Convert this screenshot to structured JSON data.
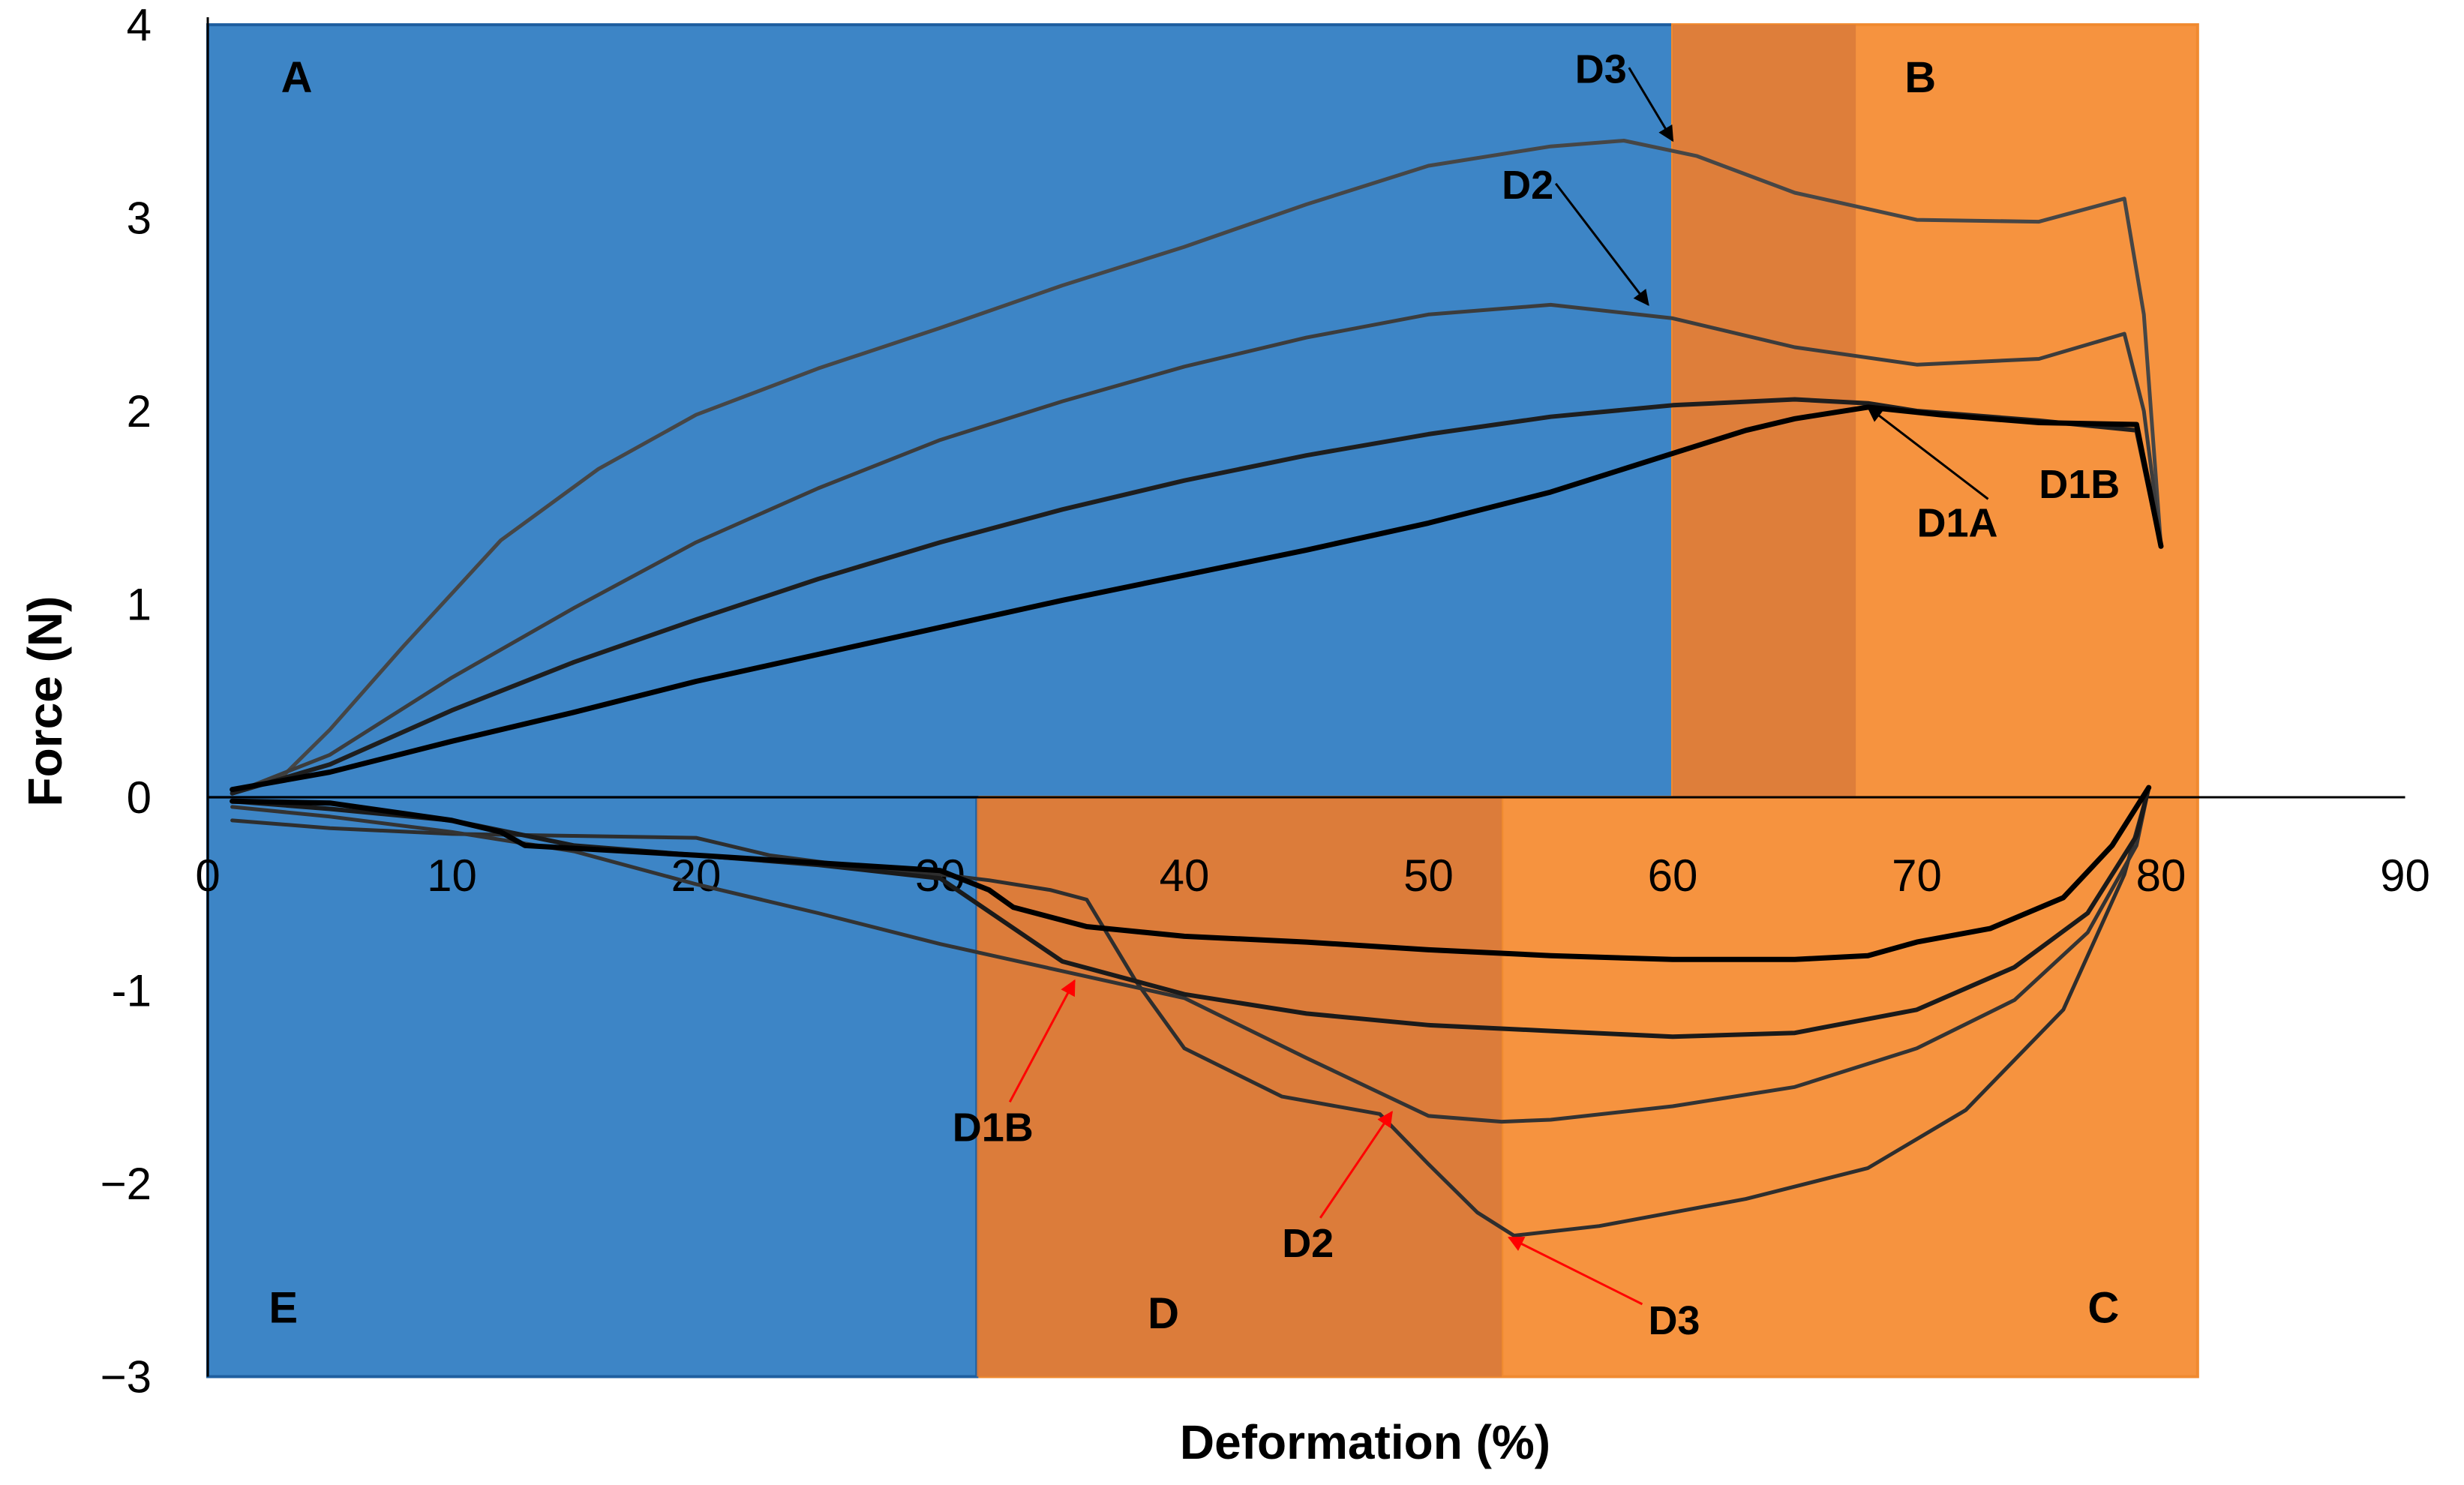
{
  "chart_data": {
    "type": "line",
    "xlabel": "Deformation (%)",
    "ylabel": "Force (N)",
    "xlim": [
      0,
      90
    ],
    "ylim": [
      -3,
      4
    ],
    "x_ticks": [
      "0",
      "10",
      "20",
      "30",
      "40",
      "50",
      "60",
      "70",
      "80",
      "90"
    ],
    "y_ticks": [
      "4",
      "3",
      "2",
      "1",
      "0",
      "-1",
      "−2",
      "−3"
    ],
    "grid": false,
    "colors": {
      "blue_region": "#3d85c6",
      "orange_region": "#f6933f",
      "dark_orange_region": "#d97a3a",
      "black_arrow": "#000000",
      "red_arrow": "#ff0000"
    },
    "regions": [
      {
        "label": "A",
        "x": [
          0,
          60
        ],
        "y": [
          0,
          4
        ],
        "color": "blue"
      },
      {
        "label": "B",
        "x": [
          60,
          81.5
        ],
        "y": [
          0,
          4
        ],
        "color": "orange"
      },
      {
        "label": "C",
        "x": [
          53,
          81.5
        ],
        "y": [
          -3,
          0
        ],
        "color": "orange"
      },
      {
        "label": "D",
        "x": [
          31.5,
          53
        ],
        "y": [
          -3,
          0
        ],
        "color": "orange"
      },
      {
        "label": "E",
        "x": [
          0,
          31.5
        ],
        "y": [
          -3,
          0
        ],
        "color": "blue"
      }
    ],
    "series": [
      {
        "color": "#464646",
        "width": 5,
        "x": [
          1,
          3,
          5,
          8,
          12,
          16,
          20,
          25,
          30,
          35,
          40,
          45,
          50,
          55,
          58,
          61,
          65,
          70,
          75,
          78.5,
          79.3,
          80
        ],
        "values": [
          0.03,
          0.1,
          0.35,
          0.78,
          1.33,
          1.7,
          1.98,
          2.22,
          2.43,
          2.65,
          2.85,
          3.07,
          3.27,
          3.37,
          3.4,
          3.32,
          3.13,
          2.99,
          2.98,
          3.1,
          2.5,
          1.3
        ]
      },
      {
        "color": "#3c3c3c",
        "width": 5,
        "x": [
          1,
          5,
          10,
          15,
          20,
          25,
          30,
          35,
          40,
          45,
          50,
          55,
          60,
          65,
          70,
          75,
          78.5,
          79.3,
          80
        ],
        "values": [
          0.02,
          0.22,
          0.62,
          0.98,
          1.32,
          1.6,
          1.85,
          2.05,
          2.23,
          2.38,
          2.5,
          2.55,
          2.48,
          2.33,
          2.24,
          2.27,
          2.4,
          2.0,
          1.3
        ]
      },
      {
        "color": "#1e1e1e",
        "width": 6,
        "x": [
          1,
          5,
          10,
          15,
          20,
          25,
          30,
          35,
          40,
          45,
          50,
          55,
          60,
          65,
          68,
          70,
          75,
          79,
          80
        ],
        "values": [
          0.02,
          0.17,
          0.45,
          0.7,
          0.92,
          1.13,
          1.32,
          1.49,
          1.64,
          1.77,
          1.88,
          1.97,
          2.03,
          2.06,
          2.04,
          2.0,
          1.95,
          1.9,
          1.3
        ]
      },
      {
        "color": "#000000",
        "width": 7,
        "x": [
          1,
          5,
          10,
          15,
          20,
          25,
          30,
          35,
          40,
          45,
          50,
          55,
          60,
          63,
          65,
          68,
          71,
          75,
          79,
          80
        ],
        "values": [
          0.04,
          0.13,
          0.29,
          0.44,
          0.6,
          0.74,
          0.88,
          1.02,
          1.15,
          1.28,
          1.42,
          1.58,
          1.78,
          1.9,
          1.96,
          2.02,
          1.98,
          1.94,
          1.93,
          1.3
        ]
      },
      {
        "color": "#2e2e2e",
        "width": 5,
        "x": [
          1,
          5,
          10,
          15,
          20,
          23,
          26,
          30,
          32,
          34.5,
          36,
          38,
          40,
          44,
          48,
          50,
          52,
          53.5,
          57,
          63,
          68,
          72,
          76,
          78.5,
          79.5
        ],
        "values": [
          -0.12,
          -0.16,
          -0.19,
          -0.2,
          -0.21,
          -0.3,
          -0.35,
          -0.4,
          -0.43,
          -0.48,
          -0.53,
          -0.95,
          -1.3,
          -1.55,
          -1.64,
          -1.9,
          -2.15,
          -2.27,
          -2.22,
          -2.08,
          -1.92,
          -1.62,
          -1.1,
          -0.4,
          0.05
        ]
      },
      {
        "color": "#333333",
        "width": 5,
        "x": [
          1,
          5,
          10,
          15,
          20,
          25,
          30,
          35,
          40,
          45,
          50,
          53,
          55,
          60,
          65,
          70,
          74,
          77,
          79,
          79.5
        ],
        "values": [
          -0.05,
          -0.1,
          -0.18,
          -0.28,
          -0.45,
          -0.6,
          -0.76,
          -0.9,
          -1.04,
          -1.35,
          -1.65,
          -1.68,
          -1.67,
          -1.6,
          -1.5,
          -1.3,
          -1.05,
          -0.7,
          -0.25,
          0.05
        ]
      },
      {
        "color": "#1a1a1a",
        "width": 6,
        "x": [
          1,
          5,
          10,
          15,
          20,
          25,
          30,
          35,
          40,
          45,
          50,
          55,
          60,
          65,
          70,
          74,
          77,
          79,
          79.5
        ],
        "values": [
          -0.02,
          -0.06,
          -0.12,
          -0.25,
          -0.3,
          -0.35,
          -0.42,
          -0.85,
          -1.02,
          -1.12,
          -1.18,
          -1.21,
          -1.24,
          -1.22,
          -1.1,
          -0.88,
          -0.6,
          -0.2,
          0.05
        ]
      },
      {
        "color": "#000000",
        "width": 7,
        "x": [
          1,
          5,
          10,
          12,
          13,
          20,
          25,
          30,
          32,
          33,
          36,
          40,
          45,
          50,
          55,
          60,
          65,
          68,
          70,
          73,
          76,
          78,
          79.5
        ],
        "values": [
          -0.02,
          -0.03,
          -0.12,
          -0.18,
          -0.25,
          -0.3,
          -0.34,
          -0.38,
          -0.48,
          -0.57,
          -0.67,
          -0.72,
          -0.75,
          -0.79,
          -0.82,
          -0.84,
          -0.84,
          -0.82,
          -0.75,
          -0.68,
          -0.52,
          -0.25,
          0.05
        ]
      }
    ],
    "annotations": [
      {
        "text": "D3",
        "text_at": [
          56,
          3.7
        ],
        "arrow_to": [
          60,
          3.4
        ],
        "arrow_color": "black"
      },
      {
        "text": "D2",
        "text_at": [
          53,
          3.1
        ],
        "arrow_to": [
          59,
          2.55
        ],
        "arrow_color": "black"
      },
      {
        "text": "D1A",
        "text_at": [
          70,
          1.35
        ],
        "arrow_to": [
          68,
          2.02
        ],
        "arrow_color": "black"
      },
      {
        "text": "D1B",
        "text_at": [
          75,
          1.55
        ],
        "arrow_to": null,
        "arrow_color": "black"
      },
      {
        "text": "D1B",
        "text_at": [
          30.5,
          -1.78
        ],
        "arrow_to": [
          35.5,
          -0.95
        ],
        "arrow_color": "red"
      },
      {
        "text": "D2",
        "text_at": [
          44,
          -2.38
        ],
        "arrow_to": [
          48.5,
          -1.63
        ],
        "arrow_color": "red"
      },
      {
        "text": "D3",
        "text_at": [
          59,
          -2.78
        ],
        "arrow_to": [
          53.3,
          -2.28
        ],
        "arrow_color": "red"
      }
    ]
  }
}
